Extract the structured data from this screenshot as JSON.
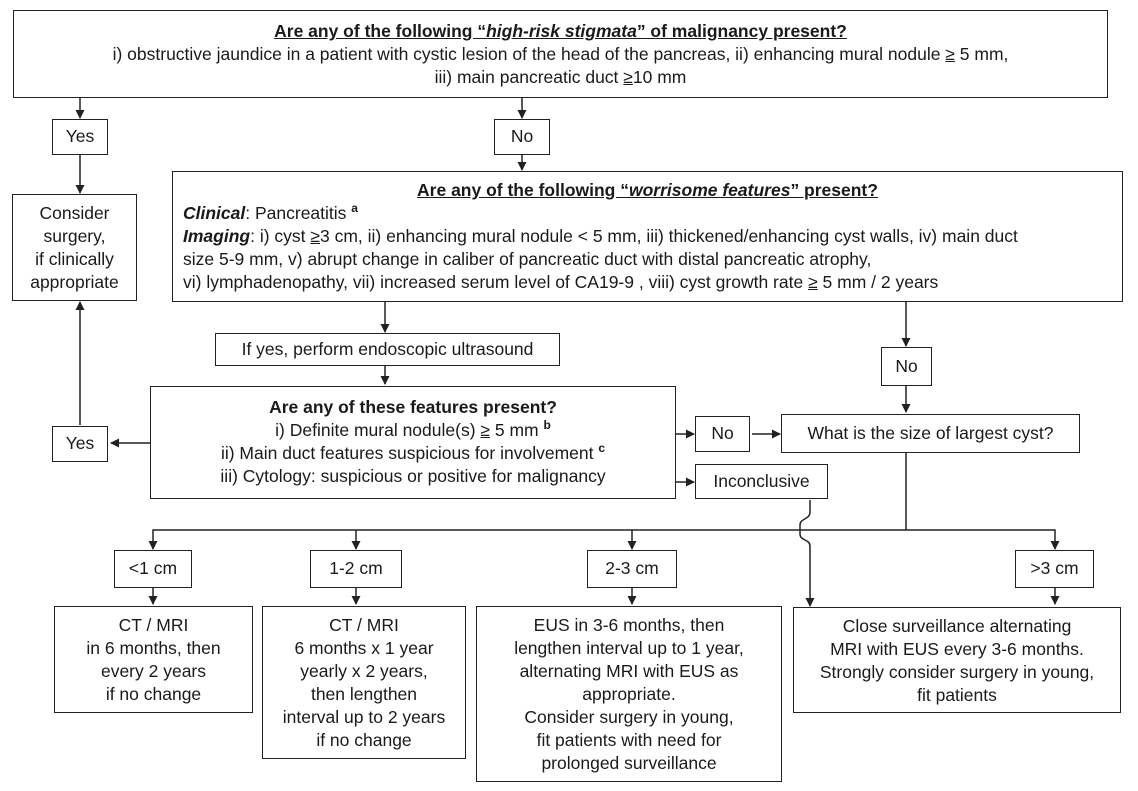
{
  "high_risk": {
    "title_pre": "Are any of the following “",
    "title_em": "high-risk stigmata",
    "title_post": "” of malignancy present?",
    "line1_a": "i) obstructive jaundice in a patient with cystic lesion of the head of the pancreas, ii) enhancing mural nodule ",
    "line1_ge": "≥",
    "line1_b": " 5 mm,",
    "line2_a": "iii) main pancreatic duct ",
    "line2_ge": "≥",
    "line2_b": "10 mm"
  },
  "yes_top": "Yes",
  "no_top": "No",
  "consider_surgery": [
    "Consider",
    "surgery,",
    "if clinically",
    "appropriate"
  ],
  "worrisome": {
    "title_pre": "Are any of the following “",
    "title_em": "worrisome features",
    "title_post": "” present?",
    "clinical_label": "Clinical",
    "clinical_text": ": Pancreatitis ",
    "clinical_sup": "a",
    "imaging_label": "Imaging",
    "imaging_1a": ": i) cyst ",
    "imaging_1ge": "≥",
    "imaging_1b": "3 cm, ii) enhancing mural nodule < 5 mm, iii) thickened/enhancing cyst walls, iv) main duct",
    "imaging_2": "size 5-9 mm, v) abrupt change in caliber of pancreatic duct with distal pancreatic atrophy,",
    "imaging_3a": "vi) lymphadenopathy, vii) increased serum level of CA19-9 , viii) cyst growth rate ",
    "imaging_3ge": "≥",
    "imaging_3b": " 5 mm / 2 years"
  },
  "eus_prompt": "If yes, perform endoscopic ultrasound",
  "no_right": "No",
  "features": {
    "title": "Are any of these features present?",
    "item1_a": "i) Definite mural nodule(s) ",
    "item1_ge": "≥",
    "item1_b": " 5 mm ",
    "item1_sup": "b",
    "item2": "ii) Main duct features suspicious for involvement ",
    "item2_sup": "c",
    "item3": "iii) Cytology: suspicious or positive for malignancy"
  },
  "yes_left": "Yes",
  "no_mid": "No",
  "inconclusive": "Inconclusive",
  "size_question": "What is the size of largest cyst?",
  "sizes": [
    "<1 cm",
    "1-2 cm",
    "2-3 cm",
    ">3 cm"
  ],
  "rec_lt1": [
    "CT / MRI",
    "in 6 months, then",
    "every 2 years",
    "if no change"
  ],
  "rec_1_2": [
    "CT / MRI",
    "6 months x 1 year",
    "yearly x 2 years,",
    "then lengthen",
    "interval up to 2 years",
    "if no change"
  ],
  "rec_2_3": [
    "EUS in 3-6 months, then",
    "lengthen interval up to 1 year,",
    "alternating MRI with EUS as",
    "appropriate.",
    "Consider surgery in young,",
    "fit patients with need for",
    "prolonged surveillance"
  ],
  "rec_gt3": [
    "Close surveillance alternating",
    "MRI with EUS every 3-6 months.",
    "Strongly consider surgery in young,",
    "fit patients"
  ]
}
